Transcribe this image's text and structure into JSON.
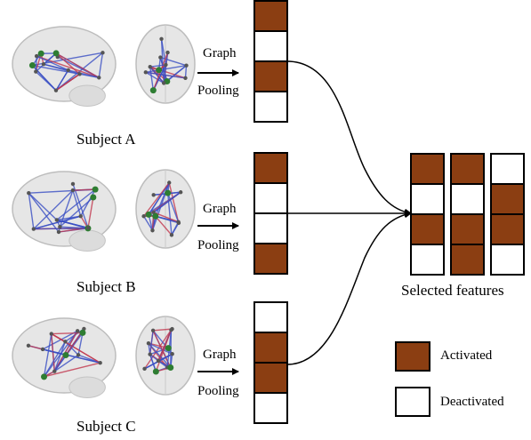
{
  "subjects": [
    {
      "label": "Subject A",
      "op_line1": "Graph",
      "op_line2": "Pooling",
      "vector": [
        1,
        0,
        1,
        0
      ]
    },
    {
      "label": "Subject B",
      "op_line1": "Graph",
      "op_line2": "Pooling",
      "vector": [
        1,
        0,
        0,
        1
      ]
    },
    {
      "label": "Subject C",
      "op_line1": "Graph",
      "op_line2": "Pooling",
      "vector": [
        0,
        1,
        1,
        0
      ]
    }
  ],
  "selected": {
    "label": "Selected features",
    "columns": [
      [
        1,
        0,
        1,
        0
      ],
      [
        1,
        0,
        1,
        1
      ],
      [
        0,
        1,
        1,
        0
      ]
    ]
  },
  "legend": {
    "activated": "Activated",
    "deactivated": "Deactivated"
  },
  "colors": {
    "activated": "#8b3e12",
    "deactivated": "#ffffff",
    "edge_blue": "#3a4fc4",
    "edge_red": "#c2384e",
    "node_green": "#2e7d32"
  }
}
